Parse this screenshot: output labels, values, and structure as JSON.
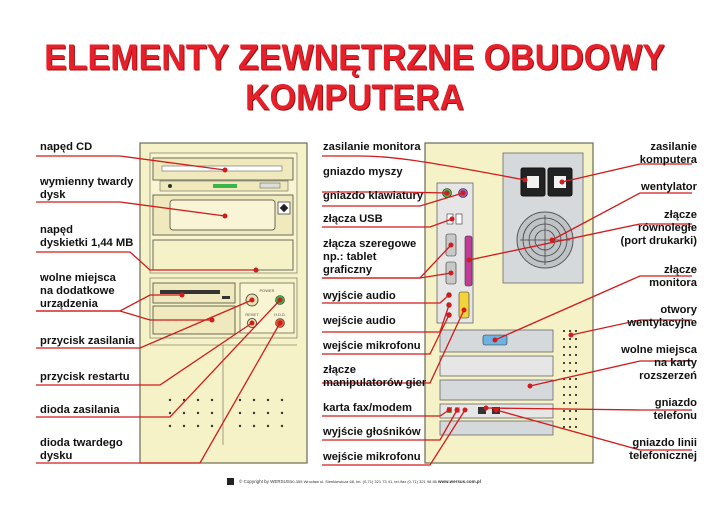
{
  "title": {
    "line1": "ELEMENTY ZEWNĘTRZNE OBUDOWY",
    "line2": "KOMPUTERA"
  },
  "colors": {
    "title": "#e5202a",
    "case": "#f6f2c7",
    "case_outline": "#6b6a55",
    "leader": "#d01c1c",
    "rear_panel": "#cfd3d6"
  },
  "front_labels": {
    "naped_cd": "napęd CD",
    "wymienny_1": "wymienny twardy",
    "wymienny_2": "dysk",
    "naped_1": "napęd",
    "naped_2": "dyskietki 1,44 MB",
    "wolne_1": "wolne miejsca",
    "wolne_2": "na dodatkowe",
    "wolne_3": "urządzenia",
    "zasilania_btn": "przycisk zasilania",
    "restart_btn": "przycisk restartu",
    "dioda_zas": "dioda zasilania",
    "dioda_dysku_1": "dioda twardego",
    "dioda_dysku_2": "dysku"
  },
  "middle_labels": {
    "zasilanie_monitora": "zasilanie monitora",
    "gniazdo_myszy": "gniazdo myszy",
    "gniazdo_klawiatury": "gniazdo klawiatury",
    "usb": "złącza USB",
    "szeregowe_1": "złącza szeregowe",
    "szeregowe_2": "np.: tablet",
    "szeregowe_3": "graficzny",
    "audio_out": "wyjście audio",
    "audio_in": "wejście audio",
    "mikrofon": "wejście mikrofonu",
    "gier_1": "złącze",
    "gier_2": "manipulatorów gier",
    "fax": "karta fax/modem",
    "glosniki": "wyjście głośników",
    "mikrofon2": "wejście mikrofonu"
  },
  "right_labels": {
    "zasilanie_komp_1": "zasilanie",
    "zasilanie_komp_2": "komputera",
    "wentylator": "wentylator",
    "rownolegle_1": "złącze",
    "rownolegle_2": "równoległe",
    "rownolegle_3": "(port drukarki)",
    "monitora_1": "złącze",
    "monitora_2": "monitora",
    "otwory_1": "otwory",
    "otwory_2": "wentylacyjne",
    "karty_1": "wolne miejsca",
    "karty_2": "na karty",
    "karty_3": "rozszerzeń",
    "telefonu_1": "gniazdo",
    "telefonu_2": "telefonu",
    "linii_1": "gniazdo linii",
    "linii_2": "telefonicznej"
  },
  "case_text": {
    "power": "POWER",
    "reset": "RESET",
    "hdd": "H.D.D."
  },
  "footer": {
    "copyright": "© Copyright by WERSUS",
    "address": "50-355 Wrocław ul. Sienkiewicza 68, tel. (0-71) 321 73 41, tel./fax (0-71) 321 98 86",
    "www": "www.wersus.com.pl"
  }
}
